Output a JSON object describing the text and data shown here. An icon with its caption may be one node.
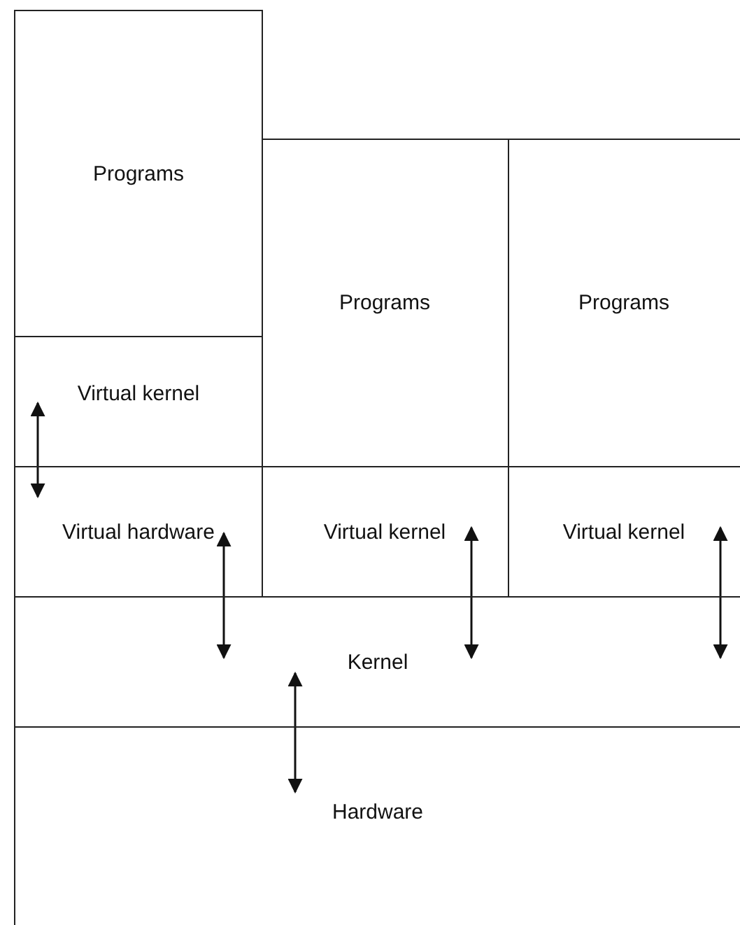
{
  "diagram": {
    "nodes": [
      {
        "text": [
          "Programs"
        ]
      },
      {
        "text": [
          "Virtual kernel"
        ]
      },
      {
        "text": [
          "Virtual hardware"
        ]
      },
      {
        "text": [
          "Programs"
        ]
      },
      {
        "text": [
          "Programs"
        ]
      },
      {
        "text": [
          "Virtual kernel"
        ]
      },
      {
        "text": [
          "Virtual kernel"
        ]
      },
      {
        "text": [
          "Kernel"
        ]
      },
      {
        "text": [
          "Hardware"
        ]
      }
    ],
    "edges": [
      {
        "from": 1,
        "to": 2,
        "arrow": "both"
      },
      {
        "from": 2,
        "to": 7,
        "arrow": "both"
      },
      {
        "from": 5,
        "to": 7,
        "arrow": "both"
      },
      {
        "from": 6,
        "to": 7,
        "arrow": "both"
      },
      {
        "from": 7,
        "to": 8,
        "arrow": "both"
      }
    ]
  }
}
